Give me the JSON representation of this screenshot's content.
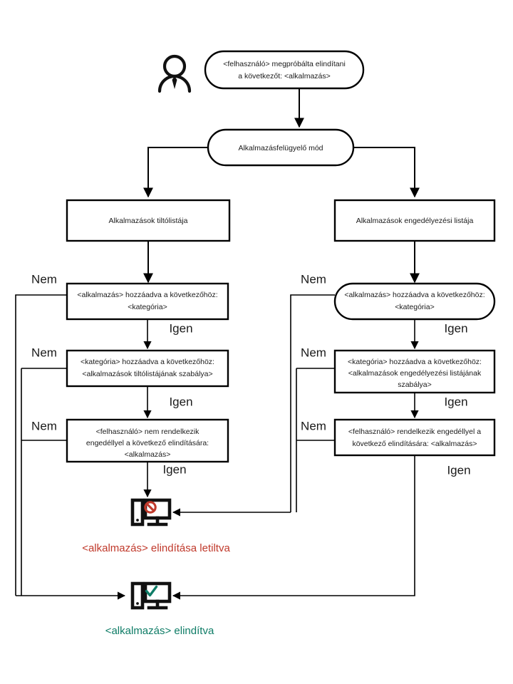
{
  "diagram": {
    "title": "Alkalmazasfelugyelo mod flowchart",
    "colors": {
      "line": "#000000",
      "text": "#1a1a1a",
      "blocked": "#c0392b",
      "allowed": "#0e7c66",
      "background": "#ffffff"
    },
    "actor": {
      "icon": "person-icon"
    },
    "nodes": {
      "start": {
        "shape": "stadium",
        "lines": [
          "<felhasználó> megpróbálta elindítani",
          "a következőt: <alkalmazás>"
        ]
      },
      "mode": {
        "shape": "stadium",
        "lines": [
          "Alkalmazásfelügyelő mód"
        ]
      },
      "deny_list": {
        "shape": "rect",
        "lines": [
          "Alkalmazások tiltólistája"
        ]
      },
      "allow_list": {
        "shape": "rect",
        "lines": [
          "Alkalmazások engedélyezési listája"
        ]
      },
      "deny_q1": {
        "shape": "rect",
        "lines": [
          "<alkalmazás> hozzáadva a következőhöz:",
          "<kategória>"
        ]
      },
      "deny_q2": {
        "shape": "rect",
        "lines": [
          "<kategória> hozzáadva a következőhöz:",
          "<alkalmazások tiltólistájának szabálya>"
        ]
      },
      "deny_q3": {
        "shape": "rect",
        "lines": [
          "<felhasználó> nem rendelkezik",
          "engedéllyel a következő elindítására:",
          "<alkalmazás>"
        ]
      },
      "allow_q1": {
        "shape": "stadium",
        "lines": [
          "<alkalmazás> hozzáadva a következőhöz:",
          "<kategória>"
        ]
      },
      "allow_q2": {
        "shape": "rect",
        "lines": [
          "<kategória> hozzáadva a következőhöz:",
          "<alkalmazások engedélyezési listájának",
          "szabálya>"
        ]
      },
      "allow_q3": {
        "shape": "rect",
        "lines": [
          "<felhasználó> rendelkezik engedéllyel a",
          "következő elindítására: <alkalmazás>"
        ]
      }
    },
    "branch_labels": {
      "no": "Nem",
      "yes": "Igen"
    },
    "branches": {
      "deny_q1_no": "Nem",
      "deny_q1_yes": "Igen",
      "deny_q2_no": "Nem",
      "deny_q2_yes": "Igen",
      "deny_q3_no": "Nem",
      "deny_q3_yes": "Igen",
      "allow_q1_no": "Nem",
      "allow_q1_yes": "Igen",
      "allow_q2_no": "Nem",
      "allow_q2_yes": "Igen",
      "allow_q3_no": "Nem",
      "allow_q3_yes": "Igen"
    },
    "outcomes": {
      "blocked": {
        "icon": "computer-blocked-icon",
        "label": "<alkalmazás>  elindítása  letiltva",
        "color": "#c0392b"
      },
      "allowed": {
        "icon": "computer-allowed-icon",
        "label": "<alkalmazás>  elindítva",
        "color": "#0e7c66"
      }
    }
  }
}
